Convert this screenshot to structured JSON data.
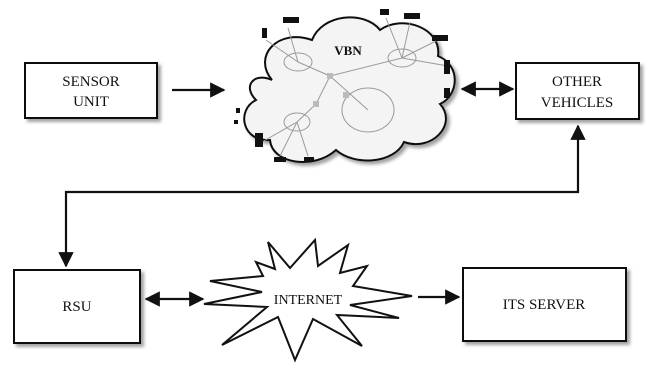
{
  "nodes": {
    "sensor_unit": {
      "line1": "SENSOR",
      "line2": "UNIT"
    },
    "other_vehicles": {
      "line1": "OTHER",
      "line2": "VEHICLES"
    },
    "rsu": {
      "label": "RSU"
    },
    "its_server": {
      "label": "ITS SERVER"
    },
    "vbn": {
      "label": "VBN"
    },
    "internet": {
      "label": "INTERNET"
    }
  },
  "colors": {
    "stroke": "#111111",
    "cloud_fill": "#f4f4f4",
    "node_gray": "#bbbbbb"
  }
}
